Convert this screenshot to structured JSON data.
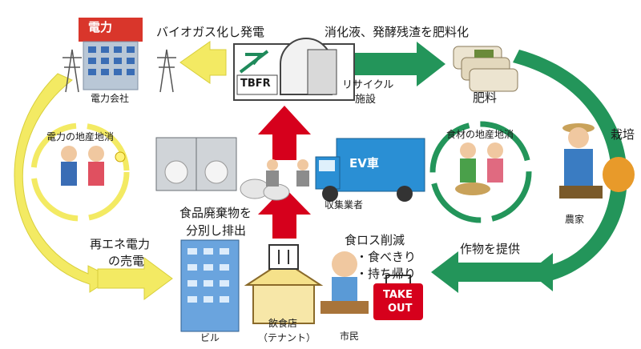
{
  "labels": {
    "biogas": "バイオガス化し発電",
    "digestate": "消化液、発酵残渣を肥料化",
    "power_company_sign": "電力",
    "power_company": "電力会社",
    "tbfr": "TBFR",
    "recycle_facility_line1": "リサイクル",
    "recycle_facility_line2": "施設",
    "fertilizer": "肥料",
    "power_local_circle": "電力の地産地消",
    "food_local_circle": "食材の地産地消",
    "cultivation": "栽培",
    "farmer": "農家",
    "ev_truck": "EV車",
    "collector": "収集業者",
    "food_waste_line1": "食品廃棄物を",
    "food_waste_line2": "分別し排出",
    "renewable_line1": "再エネ電力",
    "renewable_line2": "の売電",
    "food_loss_title": "食ロス削減",
    "food_loss_item1": "・食べきり",
    "food_loss_item2": "・持ち帰り",
    "provide_crops": "作物を提供",
    "building": "ビル",
    "restaurant_line1": "飲食店",
    "restaurant_line2": "（テナント）",
    "citizen": "市民",
    "takeout_line1": "TAKE",
    "takeout_line2": "OUT"
  },
  "colors": {
    "yellow_arrow": "#f3ea63",
    "green_arrow": "#23955a",
    "red_arrow": "#d6001c",
    "power_sign": "#d9362b",
    "truck_blue": "#2a8fd4",
    "tbfr_green": "#1f8a5b"
  }
}
